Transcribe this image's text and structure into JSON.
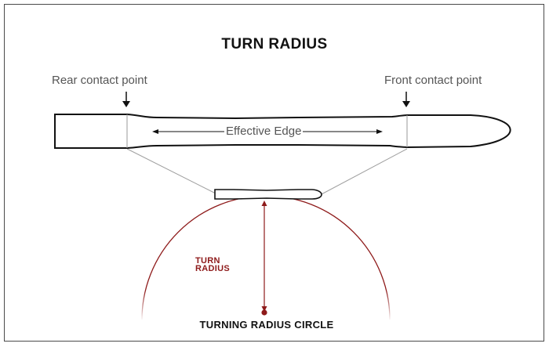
{
  "title": "TURN RADIUS",
  "labels": {
    "rear_contact": "Rear contact point",
    "front_contact": "Front contact point",
    "effective_edge": "Effective Edge",
    "turn_radius": "TURN RADIUS",
    "circle_caption": "TURNING RADIUS CIRCLE"
  },
  "colors": {
    "outline": "#111111",
    "guide": "#9a9a9a",
    "radius": "#8e1a1a"
  }
}
